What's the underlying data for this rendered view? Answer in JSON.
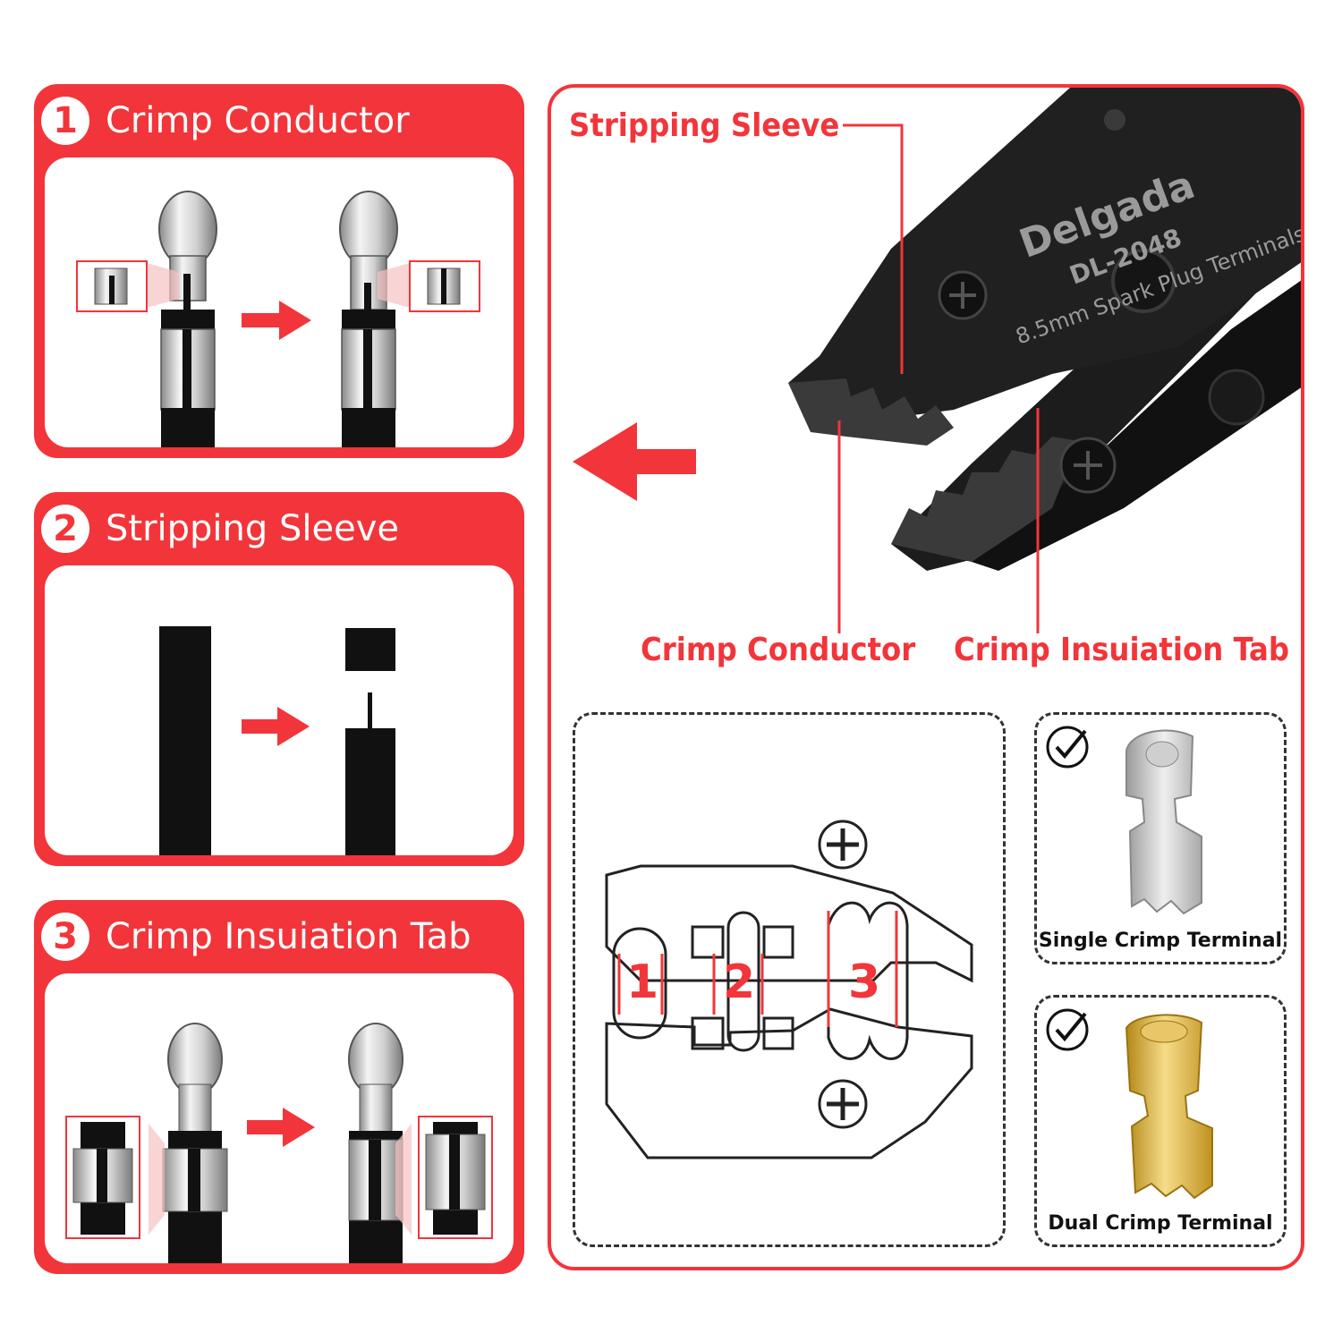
{
  "steps": [
    {
      "number": "1",
      "title": "Crimp Conductor"
    },
    {
      "number": "2",
      "title": "Stripping Sleeve"
    },
    {
      "number": "3",
      "title": "Crimp Insuiation Tab"
    }
  ],
  "tool": {
    "brand": "Delgada",
    "model": "DL-2048",
    "description": "8.5mm Spark Plug Terminals"
  },
  "callouts": {
    "stripping_sleeve": "Stripping Sleeve",
    "crimp_conductor": "Crimp Conductor",
    "crimp_insulation_tab": "Crimp Insuiation Tab"
  },
  "die": {
    "positions": [
      "1",
      "2",
      "3"
    ]
  },
  "terminals": [
    {
      "label": "Single Crimp Terminal",
      "icon": "check-circle-icon"
    },
    {
      "label": "Dual Crimp Terminal",
      "icon": "check-circle-icon"
    }
  ],
  "colors": {
    "accent": "#f2353a",
    "tool_body": "#1a1a1a",
    "silver": "#c9c9c9",
    "gold": "#d4a62a"
  }
}
